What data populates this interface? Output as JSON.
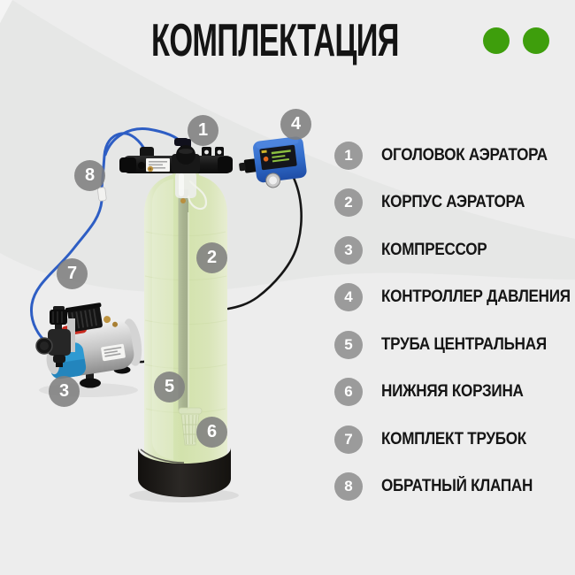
{
  "title": "КОМПЛЕКТАЦИЯ",
  "decor": {
    "accent_dot_count": 2,
    "accent_green": "#3e9e0c",
    "badge_gray": "#9b9b9b",
    "background_gray": "#ededed",
    "swoosh_gray": "#e0e2e0"
  },
  "legend": {
    "items": [
      {
        "num": "1",
        "label": "ОГОЛОВОК АЭРАТОРА"
      },
      {
        "num": "2",
        "label": "КОРПУС АЭРАТОРА"
      },
      {
        "num": "3",
        "label": "КОМПРЕССОР"
      },
      {
        "num": "4",
        "label": "КОНТРОЛЛЕР ДАВЛЕНИЯ"
      },
      {
        "num": "5",
        "label": "ТРУБА ЦЕНТРАЛЬНАЯ"
      },
      {
        "num": "6",
        "label": "НИЖНЯЯ КОРЗИНА"
      },
      {
        "num": "7",
        "label": "КОМПЛЕКТ ТРУБОК"
      },
      {
        "num": "8",
        "label": "ОБРАТНЫЙ КЛАПАН"
      }
    ]
  },
  "image_markers": [
    {
      "num": "1"
    },
    {
      "num": "2"
    },
    {
      "num": "3"
    },
    {
      "num": "4"
    },
    {
      "num": "5"
    },
    {
      "num": "6"
    },
    {
      "num": "7"
    },
    {
      "num": "8"
    }
  ],
  "illustration_colors": {
    "tank_green": "#d2e2ac",
    "tank_base_black": "#1d1b19",
    "head_black": "#161616",
    "controller_blue": "#2f6ac8",
    "air_tube_blue": "#2e5ec4",
    "compressor_silver": "#c6c6c6",
    "compressor_accent_blue": "#2e9ad2",
    "clamp_red": "#c92b20"
  }
}
